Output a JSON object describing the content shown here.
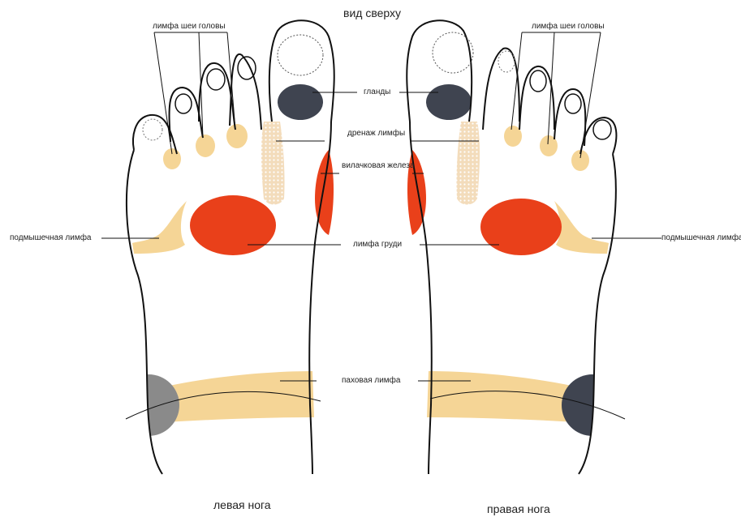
{
  "title": "вид сверху",
  "labels": {
    "neck_left": "лимфа шеи головы",
    "neck_right": "лимфа шеи головы",
    "glands": "гланды",
    "drainage": "дренаж лимфы",
    "thymus": "вилачковая железа",
    "axillary_left": "подмышечная лимфа",
    "axillary_right": "подмышечная лимфа",
    "breast": "лимфа груди",
    "groin": "паховая лимфа"
  },
  "feet": {
    "left": "левая нога",
    "right": "правая нога"
  },
  "colors": {
    "outline": "#111111",
    "yellow": "#f5d596",
    "red": "#e9401a",
    "dark": "#3f4450",
    "grey": "#8a8a8a"
  }
}
